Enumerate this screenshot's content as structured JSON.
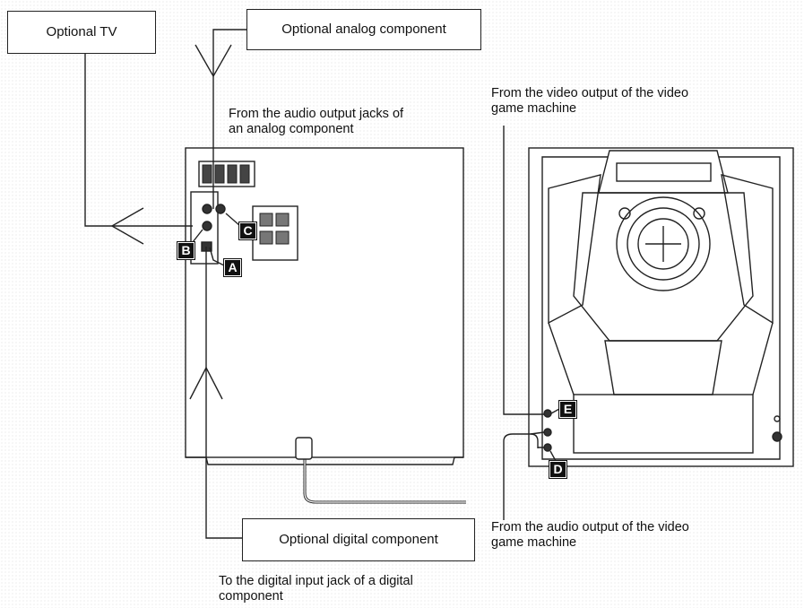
{
  "boxes": {
    "tv": "Optional TV",
    "analog": "Optional analog component",
    "digital": "Optional digital component"
  },
  "captions": {
    "analog_line1": "From the audio output jacks of",
    "analog_line2": "an analog component",
    "video_line1": "From the video output of the video",
    "video_line2": "game machine",
    "audio_line1": "From the audio output of the video",
    "audio_line2": "game machine",
    "digital_line1": "To the digital input jack of a digital",
    "digital_line2": "component"
  },
  "badges": {
    "a": "A",
    "b": "B",
    "c": "C",
    "d": "D",
    "e": "E"
  }
}
